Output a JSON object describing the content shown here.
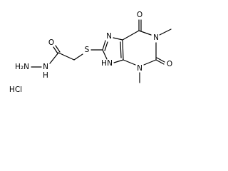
{
  "molecule": {
    "atoms": {
      "O_carbonyl_hydrazide": "O",
      "H2N": "H₂N",
      "NH_hydrazide": "N",
      "H_hydrazide": "H",
      "S": "S",
      "N7": "N",
      "N9": "N",
      "H9": "H",
      "N1": "N",
      "N3": "N",
      "O6": "O",
      "O2": "O"
    },
    "salt": "HCl"
  }
}
